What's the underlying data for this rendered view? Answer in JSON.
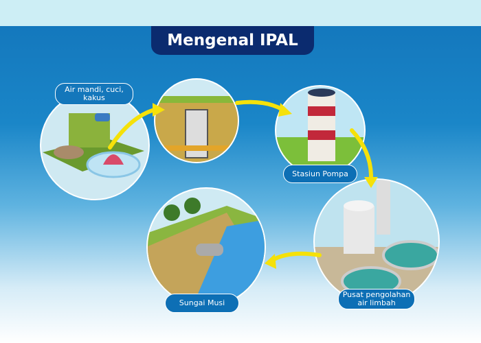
{
  "title": "Mengenal IPAL",
  "steps": [
    {
      "label": "Air mandi, cuci, kakus"
    },
    {
      "label": "Stasiun Pompa"
    },
    {
      "label": "Pusat pengolahan air limbah"
    },
    {
      "label": "Sungai Musi"
    }
  ],
  "colors": {
    "title_bg": "#0b2b6f",
    "arrow": "#f5e10a",
    "label_bg": "#0d6fb5"
  }
}
